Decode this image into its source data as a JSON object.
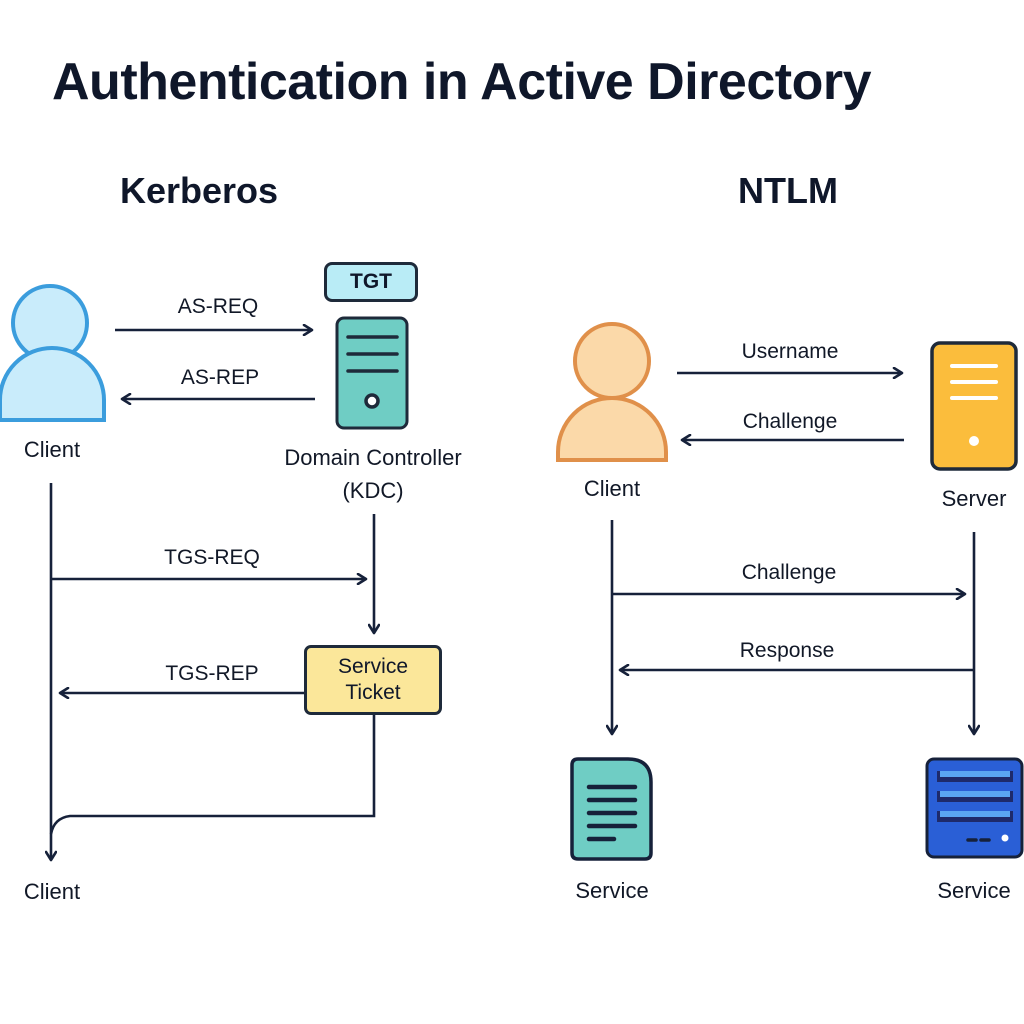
{
  "title": "Authentication in Active Directory",
  "colors": {
    "line": "#16213a",
    "kerberos_client_fill": "#c9ecfb",
    "kerberos_client_stroke": "#3b9ddd",
    "kdc_fill": "#6fcdc4",
    "tgt_fill": "#b9ecf6",
    "ticket_fill": "#fbe79a",
    "ntlm_client_fill": "#fbd9a9",
    "ntlm_client_stroke": "#e0904a",
    "server_fill": "#fbbd3c",
    "doc_service_fill": "#6fcdc4",
    "server_service_fill": "#2a5fd6"
  },
  "kerberos": {
    "heading": "Kerberos",
    "client_label": "Client",
    "kdc_label_line1": "Domain Controller",
    "kdc_label_line2": "(KDC)",
    "tgt_label": "TGT",
    "ticket_line1": "Service",
    "ticket_line2": "Ticket",
    "end_client_label": "Client",
    "messages": {
      "as_req": "AS-REQ",
      "as_rep": "AS-REP",
      "tgs_req": "TGS-REQ",
      "tgs_rep": "TGS-REP"
    }
  },
  "ntlm": {
    "heading": "NTLM",
    "client_label": "Client",
    "server_label": "Server",
    "service_left_label": "Service",
    "service_right_label": "Service",
    "messages": {
      "username": "Username",
      "challenge_1": "Challenge",
      "challenge_2": "Challenge",
      "response": "Response"
    }
  }
}
